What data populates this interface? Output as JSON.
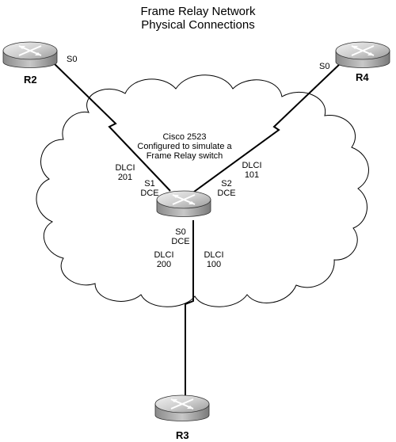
{
  "title": {
    "line1": "Frame Relay Network",
    "line2": "Physical Connections"
  },
  "switch": {
    "line1": "Cisco 2523",
    "line2": "Configured to simulate a",
    "line3": "Frame Relay switch"
  },
  "routers": {
    "r2": "R2",
    "r4": "R4",
    "r3": "R3"
  },
  "ports": {
    "r2_s0": "S0",
    "r4_s0": "S0",
    "sw_s1": "S1",
    "sw_s1_dce": "DCE",
    "sw_s2": "S2",
    "sw_s2_dce": "DCE",
    "sw_s0": "S0",
    "sw_s0_dce": "DCE"
  },
  "dlci": {
    "d201_label": "DLCI",
    "d201_value": "201",
    "d101_label": "DLCI",
    "d101_value": "101",
    "d200_label": "DLCI",
    "d200_value": "200",
    "d100_label": "DLCI",
    "d100_value": "100"
  },
  "icons": {
    "router": "router-icon",
    "cloud": "cloud-icon"
  }
}
